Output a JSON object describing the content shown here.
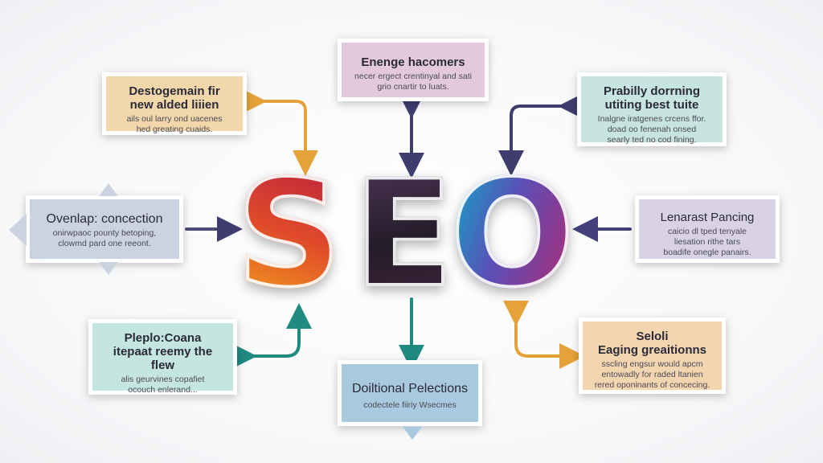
{
  "logo": {
    "letters": [
      "S",
      "E",
      "O"
    ]
  },
  "cards": {
    "top_center": {
      "title": "Enenge hacomers",
      "body": "necer ergect crentinyal and sati\ngrio cnartir to luats."
    },
    "top_left": {
      "title": "Destogemain fir\nnew alded liiien",
      "body": "ails oul larry ond uacenes\nhed greating cuaids."
    },
    "top_right": {
      "title": "Prabilly dorrning\nutiting best tuite",
      "body": "Inalgne iratgenes crcens ffor.\ndoad oo fenenah onsed\nsearly ted no cod fining."
    },
    "mid_left": {
      "title": "Ovenlap: concection",
      "body": "onirwpaoc pounty betoping,\nclowmd pard one reeont."
    },
    "mid_right": {
      "title": "Lenarast Pancing",
      "body": "caicio dl tped tenyale\nliesation rithe tars\nboadife onegle panairs."
    },
    "bottom_left": {
      "title": "Pleplo:Coana\nitepaat reemy the flew",
      "body": "alis geurvines copafiet\nocouch enlerand..."
    },
    "bottom_center": {
      "title": "Doiltional Pelections",
      "body": "codectele fiiriy Wsecmes"
    },
    "bottom_right": {
      "title": "Seloli\nEaging greaitionns",
      "body": "sscling engsur would apcm\nentowadly for raded ltanien\nrered oponinants of concecing."
    }
  },
  "colors": {
    "arrow_orange": "#e6a23a",
    "arrow_navy": "#3e3d6e",
    "arrow_teal": "#1f8a80",
    "arrow_purple": "#43407a"
  }
}
